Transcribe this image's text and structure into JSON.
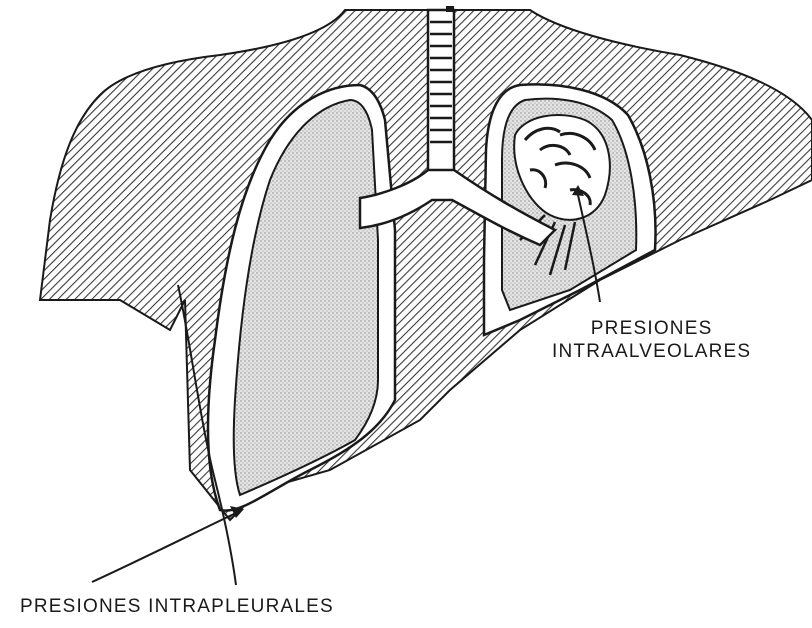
{
  "labels": {
    "intraalveolar_line1": "PRESIONES",
    "intraalveolar_line2": "INTRAALVEOLARES",
    "intrapleural": "PRESIONES INTRAPLEURALES"
  },
  "colors": {
    "ink": "#1a1a1a",
    "hatch": "#3a3a3a",
    "lung_fill": "#d9d9d9",
    "background": "#ffffff"
  },
  "icons": {
    "alveoli": "alveoli-cluster-icon"
  }
}
